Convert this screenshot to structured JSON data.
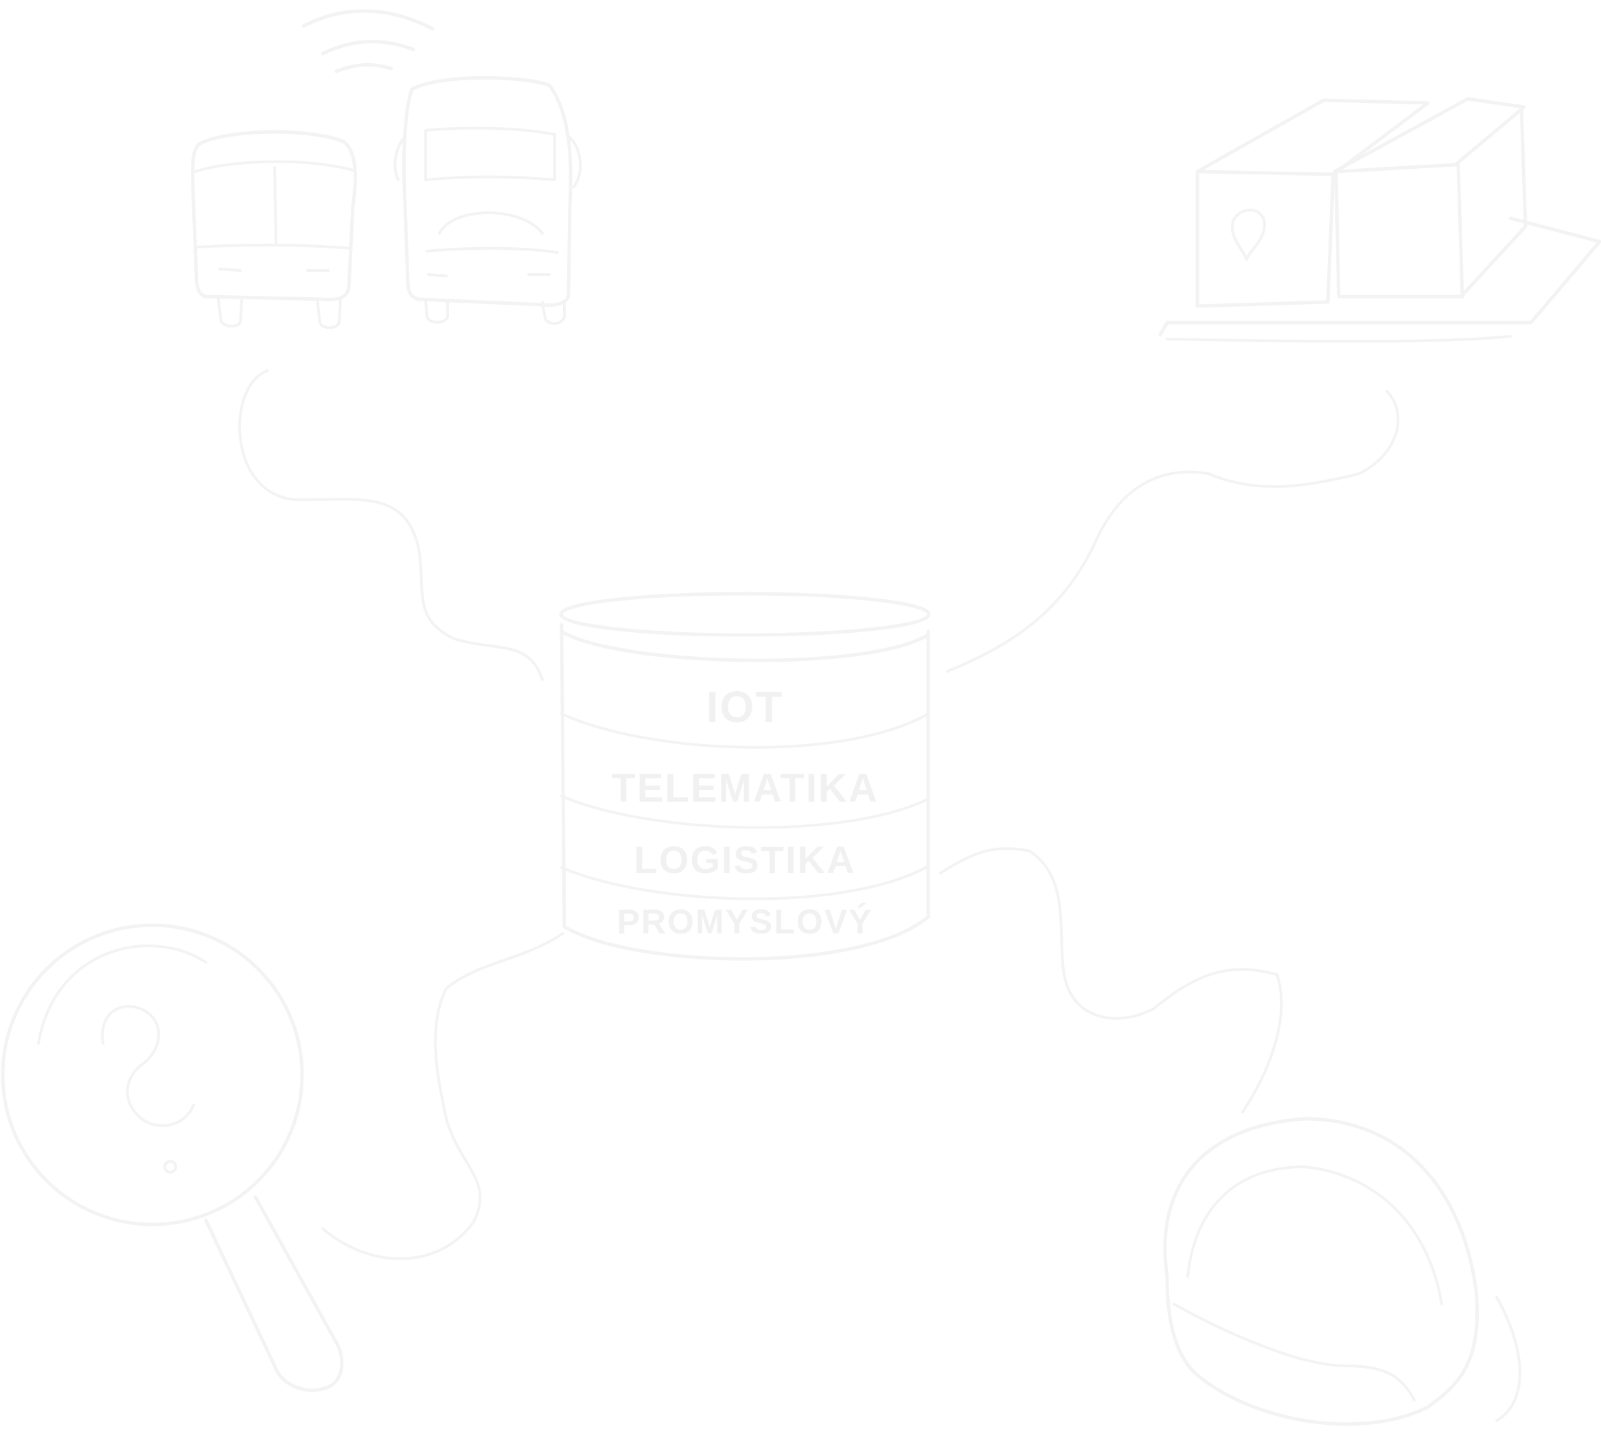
{
  "database": {
    "layers": [
      {
        "label": "IOT"
      },
      {
        "label": "TELEMATIKA"
      },
      {
        "label": "LOGISTIKA"
      },
      {
        "label": "PROMYSLOVÝ"
      }
    ]
  },
  "colors": {
    "background": "#ffffff",
    "stroke": "#f3f3f3",
    "text": "#f1f1f1"
  },
  "icons": [
    "bus-icon",
    "wifi-icon",
    "truck-icon",
    "boxes-icon",
    "database-icon",
    "magnifier-question-icon",
    "analytics-loupe-icon",
    "connector-line-icon"
  ]
}
